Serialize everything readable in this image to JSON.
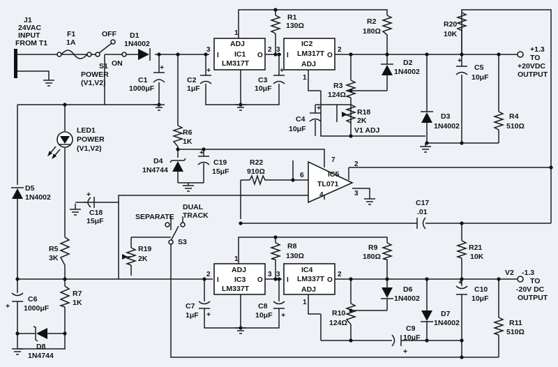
{
  "input": {
    "j1": "J1",
    "j1_l2": "24VAC",
    "j1_l3": "INPUT",
    "j1_l4": "FROM T1"
  },
  "f1": {
    "ref": "F1",
    "val": "1A"
  },
  "s1": {
    "ref": "S1",
    "l2": "POWER",
    "l3": "(V1,V2)",
    "off": "OFF",
    "on": "ON"
  },
  "d1": {
    "ref": "D1",
    "val": "1N4002"
  },
  "c1": {
    "ref": "C1",
    "val": "1000μF"
  },
  "c2": {
    "ref": "C2",
    "val": "1μF"
  },
  "c3": {
    "ref": "C3",
    "val": "10μF"
  },
  "ic1": {
    "ref": "IC1",
    "part": "LM317T",
    "adj": "ADJ"
  },
  "ic2": {
    "ref": "IC2",
    "part": "LM317T",
    "adj": "ADJ"
  },
  "r1": {
    "ref": "R1",
    "val": "130Ω"
  },
  "r2": {
    "ref": "R2",
    "val": "180Ω"
  },
  "r20": {
    "ref": "R20",
    "val": "10K"
  },
  "out1": {
    "l1": "+1.3",
    "l2": "TO",
    "l3": "+20VDC",
    "l4": "OUTPUT"
  },
  "d2": {
    "ref": "D2",
    "val": "1N4002"
  },
  "c5": {
    "ref": "C5",
    "val": "10μF"
  },
  "r3": {
    "ref": "R3",
    "val": "124Ω"
  },
  "r18": {
    "ref": "R18",
    "val": "2K",
    "l3": "V1 ADJ"
  },
  "c4": {
    "ref": "C4",
    "val": "10μF"
  },
  "d3": {
    "ref": "D3",
    "val": "1N4002"
  },
  "r4": {
    "ref": "R4",
    "val": "510Ω"
  },
  "led1": {
    "ref": "LED1",
    "l2": "POWER",
    "l3": "(V1,V2)"
  },
  "r6": {
    "ref": "R6",
    "val": "1K"
  },
  "d4": {
    "ref": "D4",
    "val": "1N4744"
  },
  "c19": {
    "ref": "C19",
    "val": "15μF"
  },
  "r22": {
    "ref": "R22",
    "val": "910Ω"
  },
  "ic5": {
    "ref": "IC5",
    "part": "TL071"
  },
  "d5": {
    "ref": "D5",
    "val": "1N4002"
  },
  "c18": {
    "ref": "C18",
    "val": "15μF"
  },
  "s3": {
    "ref": "S3",
    "separate": "SEPARATE",
    "dual1": "DUAL",
    "dual2": "TRACK"
  },
  "r19": {
    "ref": "R19",
    "val": "2K"
  },
  "c17": {
    "ref": "C17",
    "val": ".01"
  },
  "r5": {
    "ref": "R5",
    "val": "3K"
  },
  "r7": {
    "ref": "R7",
    "val": "1K"
  },
  "c6": {
    "ref": "C6",
    "val": "1000μF"
  },
  "d8": {
    "ref": "D8",
    "val": "1N4744"
  },
  "ic3": {
    "ref": "IC3",
    "part": "LM337T",
    "adj": "ADJ"
  },
  "ic4": {
    "ref": "IC4",
    "part": "LM337T",
    "adj": "ADJ"
  },
  "r8": {
    "ref": "R8",
    "val": "130Ω"
  },
  "r9": {
    "ref": "R9",
    "val": "180Ω"
  },
  "r21": {
    "ref": "R21",
    "val": "10K"
  },
  "out2": {
    "v2": "V2",
    "l1": "-1.3",
    "l2": "TO",
    "l3": "-20V DC",
    "l4": "OUTPUT"
  },
  "c7": {
    "ref": "C7",
    "val": "1μF"
  },
  "c8": {
    "ref": "C8",
    "val": "10μF"
  },
  "d6": {
    "ref": "D6",
    "val": "1N4002"
  },
  "c10": {
    "ref": "C10",
    "val": "10μF"
  },
  "r10": {
    "ref": "R10",
    "val": "124Ω"
  },
  "c9": {
    "ref": "C9",
    "val": "10μF"
  },
  "d7": {
    "ref": "D7",
    "val": "1N4002"
  },
  "r11": {
    "ref": "R11",
    "val": "510Ω"
  },
  "pins": {
    "p1": "1",
    "p2": "2",
    "p3": "3",
    "p4": "4",
    "p6": "6",
    "p7": "7",
    "i": "I",
    "o": "O",
    "plus": "+"
  }
}
